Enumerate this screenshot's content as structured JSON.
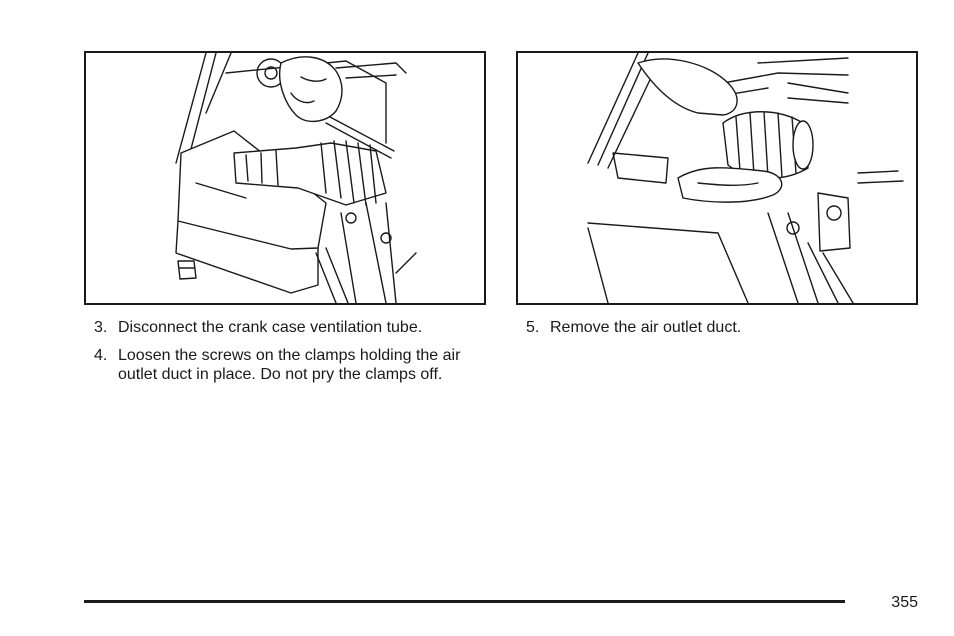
{
  "figures": {
    "left": {
      "alt": "hand loosening clamp on air outlet duct"
    },
    "right": {
      "alt": "hands removing air outlet duct"
    }
  },
  "steps_left": [
    {
      "number": "3.",
      "text": "Disconnect the crank case ventilation tube."
    },
    {
      "number": "4.",
      "text": "Loosen the screws on the clamps holding the air outlet duct in place. Do not pry the clamps off."
    }
  ],
  "steps_right": [
    {
      "number": "5.",
      "text": "Remove the air outlet duct."
    }
  ],
  "footer": {
    "page_number": "355"
  }
}
